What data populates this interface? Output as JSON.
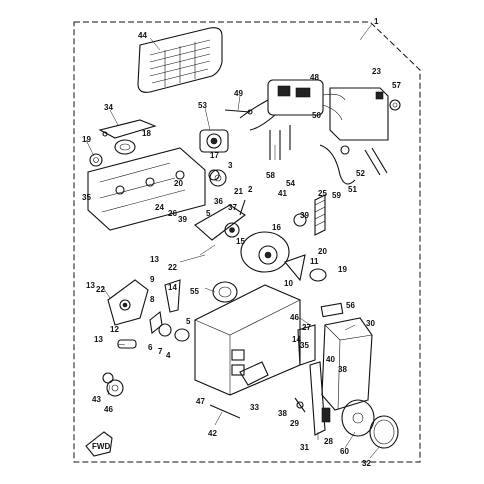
{
  "diagram": {
    "fwd_label": "FWD",
    "callouts": [
      {
        "id": "c1",
        "text": "1"
      },
      {
        "id": "c44",
        "text": "44"
      },
      {
        "id": "c23",
        "text": "23"
      },
      {
        "id": "c57",
        "text": "57"
      },
      {
        "id": "c48",
        "text": "48"
      },
      {
        "id": "c49",
        "text": "49"
      },
      {
        "id": "c53",
        "text": "53"
      },
      {
        "id": "c34",
        "text": "34"
      },
      {
        "id": "c18",
        "text": "18"
      },
      {
        "id": "c19a",
        "text": "19"
      },
      {
        "id": "c50",
        "text": "50"
      },
      {
        "id": "c58",
        "text": "58"
      },
      {
        "id": "c17",
        "text": "17"
      },
      {
        "id": "c3",
        "text": "3"
      },
      {
        "id": "c2",
        "text": "2"
      },
      {
        "id": "c21",
        "text": "21"
      },
      {
        "id": "c20a",
        "text": "20"
      },
      {
        "id": "c35a",
        "text": "35"
      },
      {
        "id": "c36",
        "text": "36"
      },
      {
        "id": "c37",
        "text": "37"
      },
      {
        "id": "c24",
        "text": "24"
      },
      {
        "id": "c26",
        "text": "26"
      },
      {
        "id": "c39a",
        "text": "39"
      },
      {
        "id": "c5a",
        "text": "5"
      },
      {
        "id": "c41",
        "text": "41"
      },
      {
        "id": "c54",
        "text": "54"
      },
      {
        "id": "c25",
        "text": "25"
      },
      {
        "id": "c39b",
        "text": "39"
      },
      {
        "id": "c59",
        "text": "59"
      },
      {
        "id": "c51",
        "text": "51"
      },
      {
        "id": "c52",
        "text": "52"
      },
      {
        "id": "c16",
        "text": "16"
      },
      {
        "id": "c15",
        "text": "15"
      },
      {
        "id": "c20b",
        "text": "20"
      },
      {
        "id": "c13a",
        "text": "13"
      },
      {
        "id": "c22a",
        "text": "22"
      },
      {
        "id": "c11",
        "text": "11"
      },
      {
        "id": "c19b",
        "text": "19"
      },
      {
        "id": "c10",
        "text": "10"
      },
      {
        "id": "c9",
        "text": "9"
      },
      {
        "id": "c13b",
        "text": "13"
      },
      {
        "id": "c22b",
        "text": "22"
      },
      {
        "id": "c55",
        "text": "55"
      },
      {
        "id": "c14",
        "text": "14"
      },
      {
        "id": "c8",
        "text": "8"
      },
      {
        "id": "c56",
        "text": "56"
      },
      {
        "id": "c46a",
        "text": "46"
      },
      {
        "id": "c30",
        "text": "30"
      },
      {
        "id": "c12",
        "text": "12"
      },
      {
        "id": "c13c",
        "text": "13"
      },
      {
        "id": "c6",
        "text": "6"
      },
      {
        "id": "c7",
        "text": "7"
      },
      {
        "id": "c4",
        "text": "4"
      },
      {
        "id": "c5b",
        "text": "5"
      },
      {
        "id": "c27",
        "text": "27"
      },
      {
        "id": "c14b",
        "text": "14"
      },
      {
        "id": "c35b",
        "text": "35"
      },
      {
        "id": "c40",
        "text": "40"
      },
      {
        "id": "c38a",
        "text": "38"
      },
      {
        "id": "c43",
        "text": "43"
      },
      {
        "id": "c46b",
        "text": "46"
      },
      {
        "id": "c47",
        "text": "47"
      },
      {
        "id": "c33",
        "text": "33"
      },
      {
        "id": "c38b",
        "text": "38"
      },
      {
        "id": "c29",
        "text": "29"
      },
      {
        "id": "c42",
        "text": "42"
      },
      {
        "id": "c31",
        "text": "31"
      },
      {
        "id": "c28",
        "text": "28"
      },
      {
        "id": "c60",
        "text": "60"
      },
      {
        "id": "c32",
        "text": "32"
      }
    ]
  }
}
